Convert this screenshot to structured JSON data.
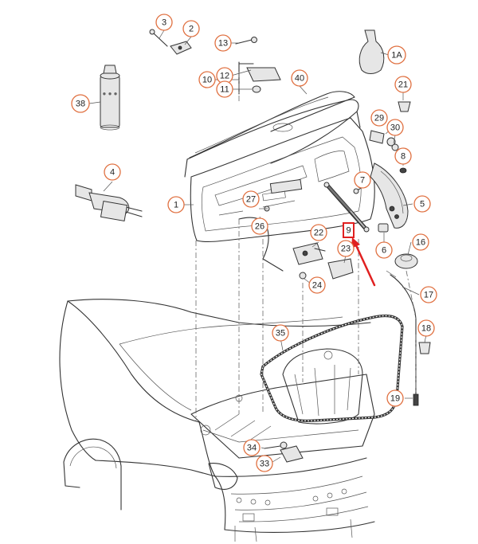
{
  "colors": {
    "callout_ring": "#e07040",
    "highlight": "#e02020",
    "line_art": "#333333"
  },
  "callouts": [
    {
      "id": "c3",
      "label": "3"
    },
    {
      "id": "c2",
      "label": "2"
    },
    {
      "id": "c13",
      "label": "13"
    },
    {
      "id": "c12",
      "label": "12"
    },
    {
      "id": "c10",
      "label": "10"
    },
    {
      "id": "c11",
      "label": "11"
    },
    {
      "id": "c40",
      "label": "40"
    },
    {
      "id": "c1A",
      "label": "1A"
    },
    {
      "id": "c38",
      "label": "38"
    },
    {
      "id": "c21",
      "label": "21"
    },
    {
      "id": "c29",
      "label": "29"
    },
    {
      "id": "c30",
      "label": "30"
    },
    {
      "id": "c8",
      "label": "8"
    },
    {
      "id": "c4",
      "label": "4"
    },
    {
      "id": "c7",
      "label": "7"
    },
    {
      "id": "c5",
      "label": "5"
    },
    {
      "id": "c1",
      "label": "1"
    },
    {
      "id": "c27",
      "label": "27"
    },
    {
      "id": "c26",
      "label": "26"
    },
    {
      "id": "c22",
      "label": "22"
    },
    {
      "id": "c9",
      "label": "9"
    },
    {
      "id": "c6",
      "label": "6"
    },
    {
      "id": "c16",
      "label": "16"
    },
    {
      "id": "c23",
      "label": "23"
    },
    {
      "id": "c24",
      "label": "24"
    },
    {
      "id": "c17",
      "label": "17"
    },
    {
      "id": "c35",
      "label": "35"
    },
    {
      "id": "c18",
      "label": "18"
    },
    {
      "id": "c19",
      "label": "19"
    },
    {
      "id": "c34",
      "label": "34"
    },
    {
      "id": "c33",
      "label": "33"
    }
  ],
  "highlighted_part": "9"
}
